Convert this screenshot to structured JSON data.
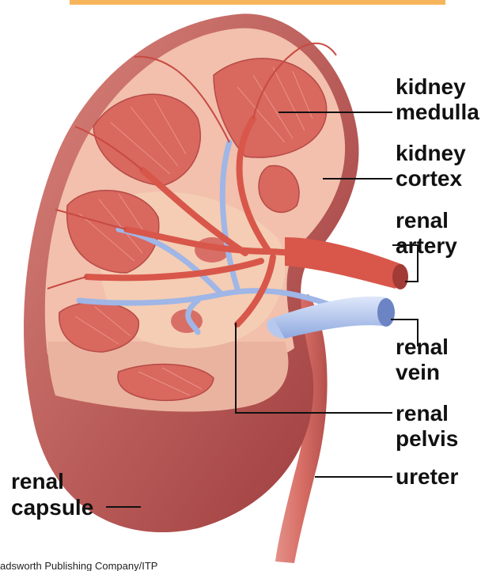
{
  "labels": {
    "kidney_medulla": [
      "kidney",
      "medulla"
    ],
    "kidney_cortex": [
      "kidney",
      "cortex"
    ],
    "renal_artery": [
      "renal",
      "artery"
    ],
    "renal_vein": [
      "renal",
      "vein"
    ],
    "renal_pelvis": [
      "renal",
      "pelvis"
    ],
    "ureter": [
      "ureter"
    ],
    "renal_capsule": [
      "renal",
      "capsule"
    ]
  },
  "credit": "adsworth Publishing Company/ITP",
  "colors": {
    "capsule": "#c9605a",
    "cortex": "#f2c0ad",
    "medulla": "#d9685f",
    "artery": "#d8574a",
    "vein": "#9fb6e6",
    "pelvis": "#f4cdb4",
    "banner": "#f6b55a"
  }
}
